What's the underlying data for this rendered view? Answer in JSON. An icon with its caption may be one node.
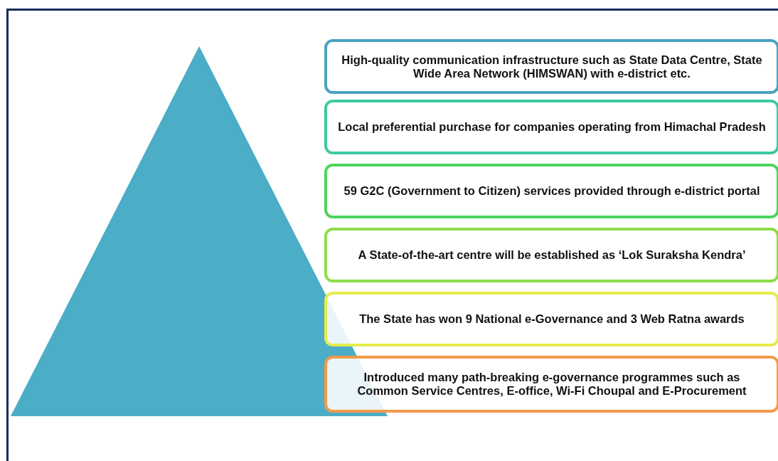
{
  "diagram": {
    "nodes": [
      {
        "text": [],
        "shape": "triangle"
      },
      {
        "text": [
          "High-quality communication infrastructure such as State Data Centre, State Wide Area Network (HIMSWAN) with e-district etc."
        ]
      },
      {
        "text": [
          "Local preferential purchase for companies operating from Himachal Pradesh"
        ]
      },
      {
        "text": [
          "59 G2C (Government to Citizen) services provided through e-district portal"
        ]
      },
      {
        "text": [
          "A State-of-the-art centre will be established as ‘Lok Suraksha Kendra’"
        ]
      },
      {
        "text": [
          "The State has won 9 National e-Governance and 3 Web Ratna awards"
        ]
      },
      {
        "text": [
          "Introduced many path-breaking e-governance programmes such as Common Service Centres, E-office, Wi-Fi Choupal and E-Procurement"
        ]
      }
    ]
  }
}
